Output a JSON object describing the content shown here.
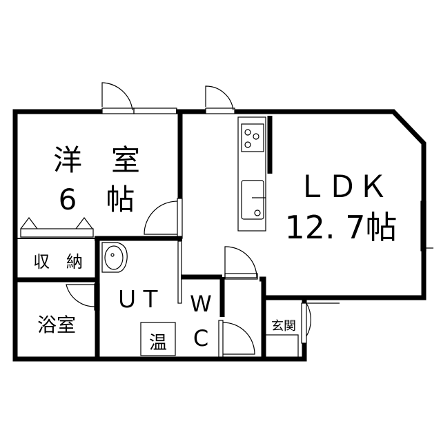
{
  "rooms": {
    "western": {
      "name": "洋　室",
      "size": "6　帖"
    },
    "storage": {
      "name": "収　納"
    },
    "bath": {
      "name": "浴室"
    },
    "utility": {
      "name": "ＵＴ",
      "water_heater": "温"
    },
    "toilet": {
      "name_top": "W",
      "name_bottom": "C"
    },
    "entrance": {
      "name": "玄関"
    },
    "ldk": {
      "name": "ＬＤＫ",
      "size": "12. 7帖"
    }
  }
}
